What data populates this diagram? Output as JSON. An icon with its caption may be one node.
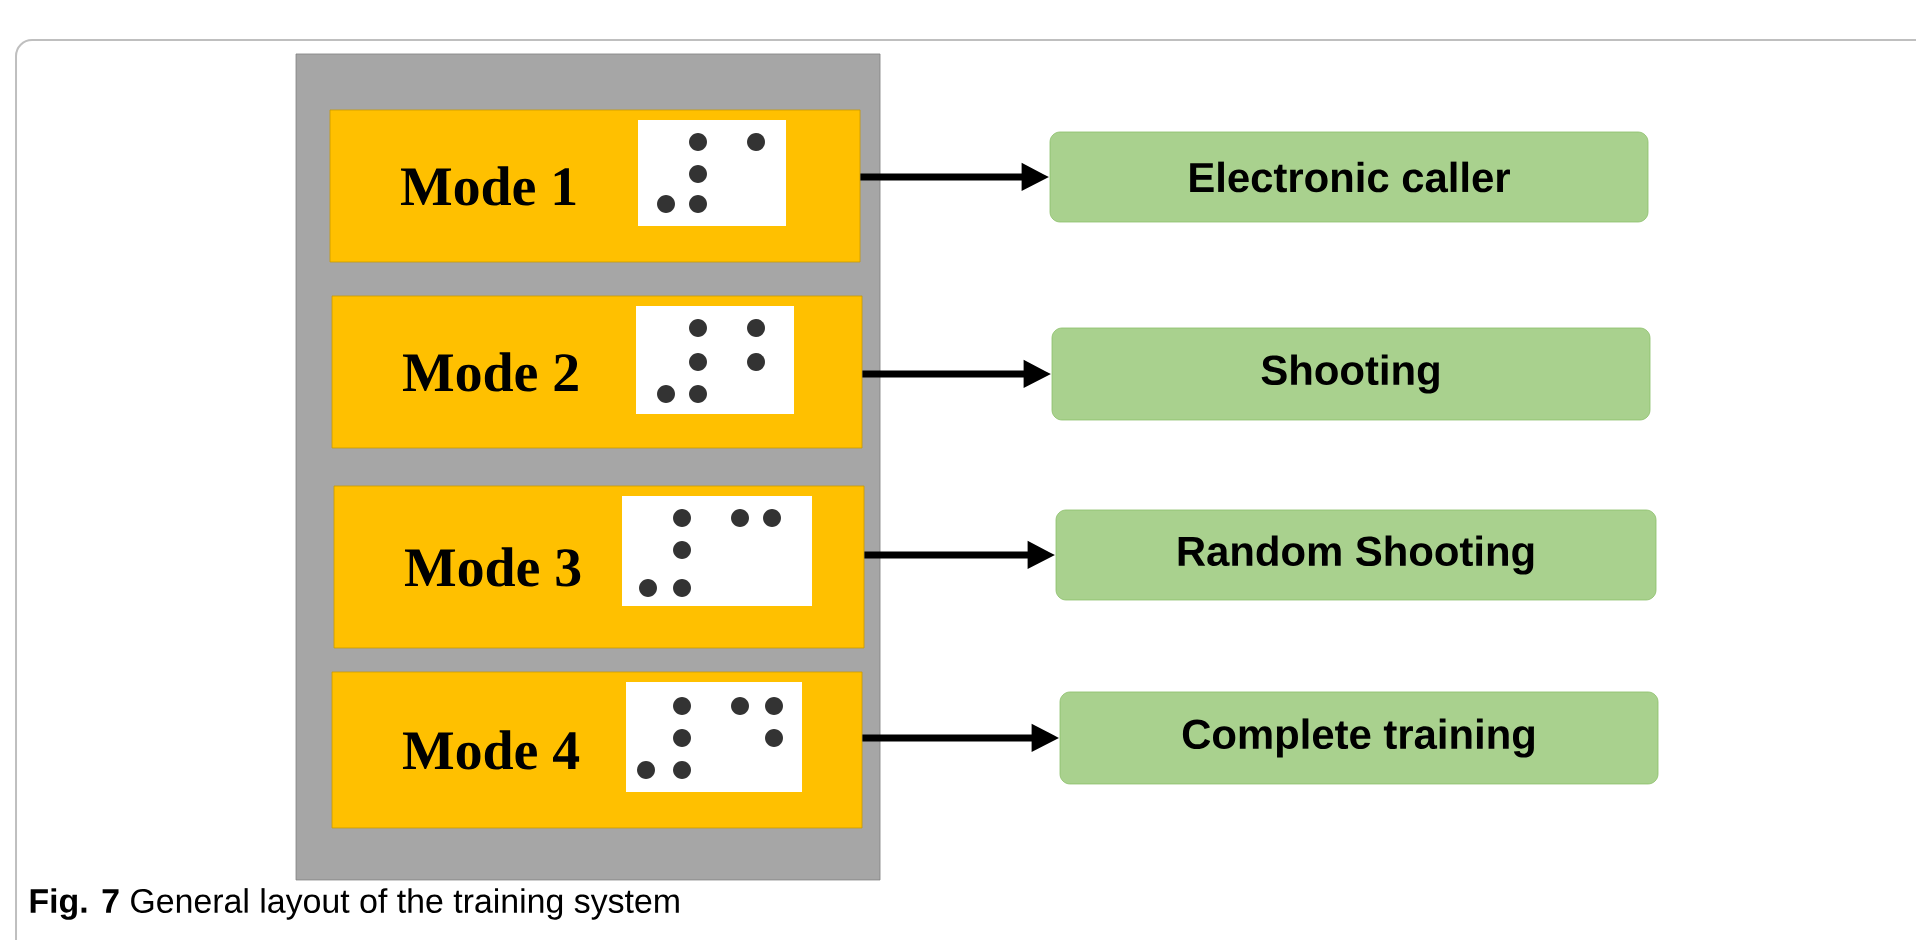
{
  "diagram": {
    "caption": "**Fig. 7** General layout of the training system",
    "nodes": [
      {
        "text": [],
        "shape": "box"
      },
      {
        "text": [
          "Mode 1"
        ],
        "in": 0
      },
      {
        "text": [
          "Mode 2"
        ],
        "in": 0
      },
      {
        "text": [
          "Mode 3"
        ],
        "in": 0
      },
      {
        "text": [
          "Mode 4"
        ],
        "in": 0
      },
      {
        "text": [
          "Electronic caller"
        ]
      },
      {
        "text": [
          "Shooting"
        ]
      },
      {
        "text": [
          "Random Shooting"
        ]
      },
      {
        "text": [
          "Complete training"
        ]
      }
    ],
    "edges": [
      {
        "from": 1,
        "to": 5,
        "arrow": "to"
      },
      {
        "from": 2,
        "to": 6,
        "arrow": "to"
      },
      {
        "from": 3,
        "to": 7,
        "arrow": "to"
      },
      {
        "from": 4,
        "to": 8,
        "arrow": "to"
      }
    ]
  }
}
